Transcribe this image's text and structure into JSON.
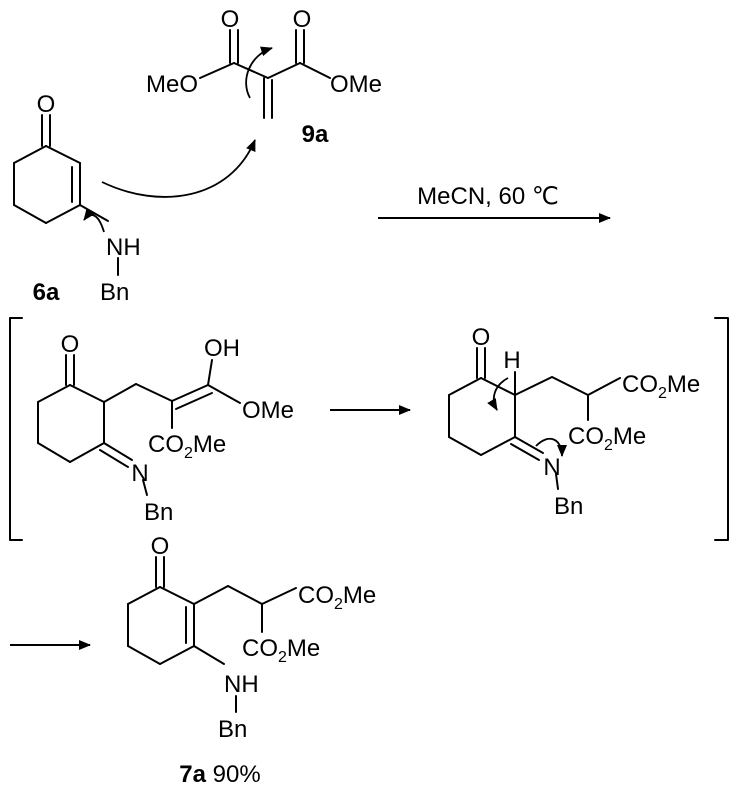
{
  "reactant_9a": {
    "left_ester": "MeO",
    "right_ester": "OMe",
    "o_left": "O",
    "o_right": "O",
    "id": "9a"
  },
  "reactant_6a": {
    "ketone_o": "O",
    "nh": "NH",
    "bn": "Bn",
    "id": "6a"
  },
  "conditions": {
    "reagent_line": "MeCN, 60 ℃"
  },
  "intermediate_1": {
    "ketone_o": "O",
    "oh": "OH",
    "ome": "OMe",
    "ester_co2": "CO",
    "ester_sub": "2",
    "ester_me": "Me",
    "imine_n": "N",
    "bn": "Bn"
  },
  "intermediate_2": {
    "ketone_o": "O",
    "h": "H",
    "ester1_co2": "CO",
    "ester1_sub": "2",
    "ester1_me": "Me",
    "ester2_co2": "CO",
    "ester2_sub": "2",
    "ester2_me": "Me",
    "imine_n": "N",
    "bn": "Bn"
  },
  "product_7a": {
    "ketone_o": "O",
    "ester1_co2": "CO",
    "ester1_sub": "2",
    "ester1_me": "Me",
    "ester2_co2": "CO",
    "ester2_sub": "2",
    "ester2_me": "Me",
    "nh": "NH",
    "bn": "Bn",
    "id": "7a",
    "yield": "90%"
  }
}
